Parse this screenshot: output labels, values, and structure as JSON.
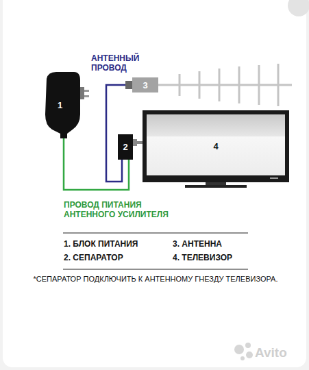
{
  "diagram": {
    "nodes": [
      {
        "text": [
          "1"
        ]
      },
      {
        "text": [
          "2"
        ]
      },
      {
        "text": [
          "3"
        ]
      },
      {
        "text": [
          "4"
        ]
      }
    ],
    "edges": [
      {
        "from": 0,
        "to": 1,
        "arrow": "none"
      },
      {
        "from": 1,
        "to": 2,
        "arrow": "none"
      },
      {
        "from": 1,
        "to": 3,
        "arrow": "none"
      }
    ],
    "labels": [
      "АНТЕННЫЙ ПРОВОД",
      "ПРОВОД ПИТАНИЯ АНТЕННОГО УСИЛИТЕЛЯ",
      "1. БЛОК ПИТАНИЯ",
      "2. СЕПАРАТОР",
      "3. АНТЕННА",
      "4. ТЕЛЕВИЗОР",
      "*СЕПАРАТОР ПОДКЛЮЧИТЬ К АНТЕННОМУ ГНЕЗДУ ТЕЛЕВИЗОРА.",
      "Avito"
    ]
  }
}
